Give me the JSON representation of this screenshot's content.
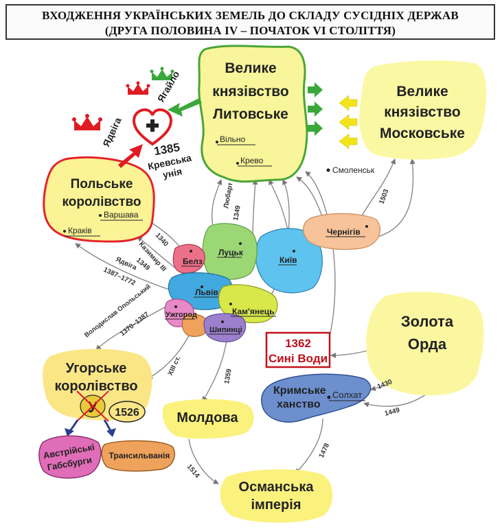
{
  "title": {
    "line1": "ВХОДЖЕННЯ УКРАЇНСЬКИХ ЗЕМЕЛЬ ДО СКЛАДУ СУСІДНІХ ДЕРЖАВ",
    "line2": "(ДРУГА ПОЛОВИНА IV – ПОЧАТОК VI СТОЛІТТЯ)"
  },
  "states": {
    "lithuania": {
      "line1": "Велике",
      "line2": "князівство",
      "line3": "Литовське",
      "city1": "Вільно",
      "city2": "Крево"
    },
    "moscow": {
      "line1": "Велике",
      "line2": "князівство",
      "line3": "Московське"
    },
    "poland": {
      "line1": "Польське",
      "line2": "королівство",
      "city1": "Варшава",
      "city2": "Краків"
    },
    "horde": {
      "line1": "Золота",
      "line2": "Орда"
    },
    "hungary": {
      "line1": "Угорське",
      "line2": "королівство",
      "letter": "У",
      "year": "1526"
    },
    "crimea": {
      "line1": "Кримське",
      "line2": "ханство",
      "city": "Солхат"
    },
    "moldova": {
      "name": "Молдова"
    },
    "ottoman": {
      "line1": "Османська",
      "line2": "імперія"
    },
    "austria": {
      "line1": "Австрійські",
      "line2": "Габсбурги"
    },
    "transylvania": {
      "name": "Трансильванія"
    }
  },
  "lands": {
    "belz": "Белз",
    "lutsk": "Луцьк",
    "kyiv": "Київ",
    "chernihiv": "Чернігів",
    "lviv": "Львів",
    "uzhhorod": "Ужгород",
    "kamianets": "Кам'янець",
    "shypyntsi": "Шипинці"
  },
  "union": {
    "year": "1385",
    "line1": "Кревська",
    "line2": "унія",
    "jadwiga": "Ядвіга",
    "jagiello": "Ягайло"
  },
  "blue_waters": {
    "year": "1362",
    "name": "Сині Води"
  },
  "smolensk": "Смоленськ",
  "arrow_labels": {
    "lubart": "Любарт",
    "y1349a": "1349",
    "y1340": "1340",
    "kazimir": "Казимир III",
    "y1349b": "1349",
    "jadwiga": "Ядвіга",
    "y1387": "1387–1772",
    "volodyslav": "Володислав Опольський",
    "y1370": "1370–1387",
    "xiii": "XIII ст.",
    "y1359": "1359",
    "y1503": "1503",
    "y1430": "1430",
    "y1449": "1449",
    "y1478": "1478",
    "y1514": "1514"
  },
  "colors": {
    "lithuania_fill": "#f8f59a",
    "lithuania_border": "#4aa436",
    "moscow_fill": "#fbf8a3",
    "poland_fill": "#fbf395",
    "poland_border": "#e5232a",
    "horde_fill": "#fbf7a0",
    "hungary_fill": "#fbe686",
    "crimea_fill": "#6d8fce",
    "moldova_fill": "#fbf17d",
    "ottoman_fill": "#fbf17d",
    "austria_fill": "#e06db8",
    "transylvania_fill": "#eea25c",
    "belz": "#ed7089",
    "lutsk": "#9cd776",
    "kyiv": "#5ec3ee",
    "chernihiv": "#f8c39a",
    "lviv": "#42a9e0",
    "uzhhorod": "#e889c8",
    "kamianets": "#d8e84a",
    "shypyntsi": "#9c7fcd",
    "green_arrow": "#3aa73a",
    "yellow_arrow": "#f3e41a",
    "red": "#e01b22",
    "blue_arrow": "#2c3c8e"
  }
}
